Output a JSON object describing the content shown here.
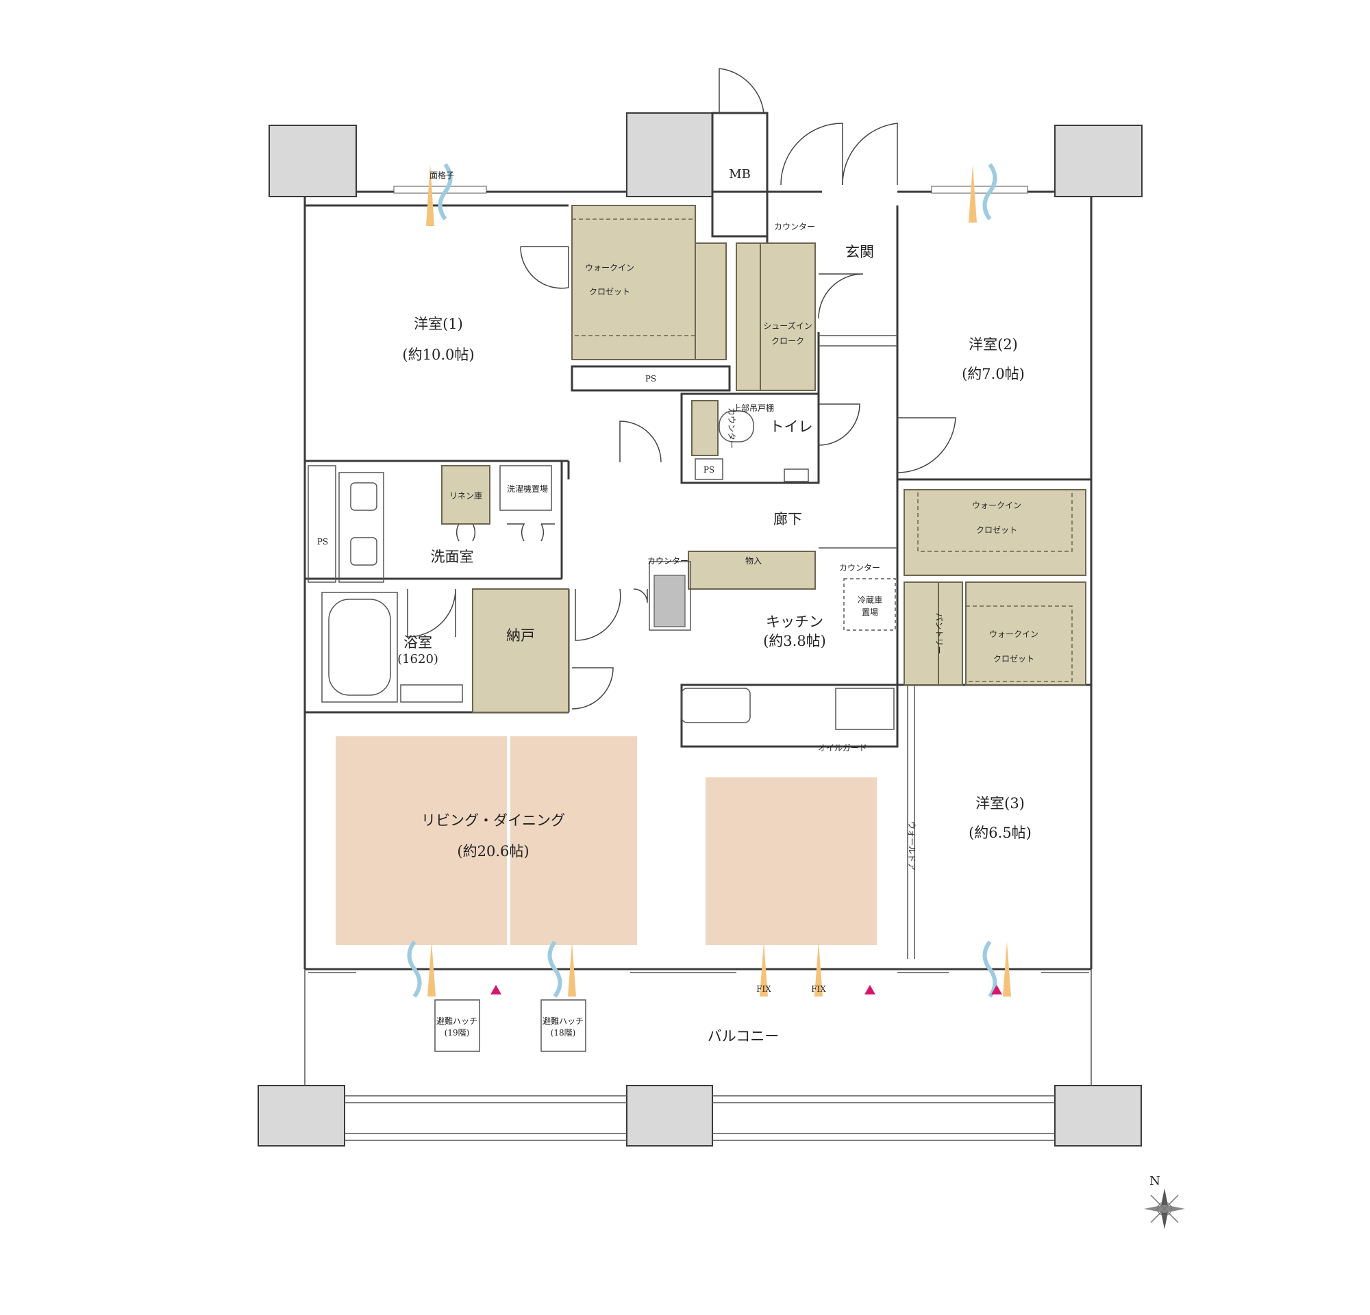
{
  "colors": {
    "closet": "#d6cfb2",
    "living_tile": "#efd6c1",
    "pillar": "#d9d9d9",
    "marker": "#d6166e",
    "warm_air": "#f5c27a",
    "cool_air": "#9fcbe0"
  },
  "rooms": {
    "western1": {
      "name": "洋室(1)",
      "size": "(約10.0帖)"
    },
    "western2": {
      "name": "洋室(2)",
      "size": "(約7.0帖)"
    },
    "western3": {
      "name": "洋室(3)",
      "size": "(約6.5帖)"
    },
    "living": {
      "name": "リビング・ダイニング",
      "size": "(約20.6帖)"
    },
    "kitchen": {
      "name": "キッチン",
      "size": "(約3.8帖)"
    },
    "entrance": "玄関",
    "toilet": "トイレ",
    "corridor": "廊下",
    "washroom": "洗面室",
    "bath": {
      "name": "浴室",
      "size": "(1620)"
    },
    "storage": "納戸",
    "balcony": "バルコニー",
    "mb": "MB"
  },
  "labels": {
    "lattice": "面格子",
    "counter": "カウンター",
    "wic": "ウォークイン",
    "closet": "クロゼット",
    "shoes_in": "シューズイン",
    "cloak": "クローク",
    "ps": "PS",
    "upper_cabinet": "上部吊戸棚",
    "linen": "リネン庫",
    "washer": "洗濯機置場",
    "storage_item": "物入",
    "fridge_line1": "冷蔵庫",
    "fridge_line2": "置場",
    "pantry": "パントリー",
    "oil_guard": "オイルガード",
    "wall_door": "ウォールドア",
    "fix": "FIX",
    "hatch": "避難ハッチ",
    "hatch19": "(19階)",
    "hatch18": "(18階)",
    "north": "N"
  }
}
